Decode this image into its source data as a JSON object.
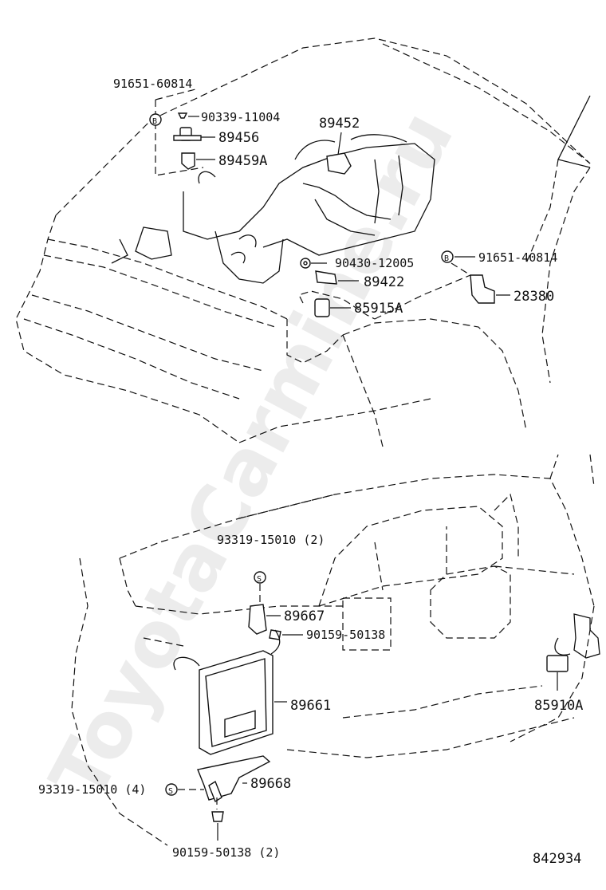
{
  "watermark": "ToyotaCarmine.ru",
  "diagram_id": "842934",
  "circle_badges": {
    "b_letter": "B",
    "s_letter": "S"
  },
  "callouts": {
    "p91651_60814": "91651-60814",
    "p90339_11004": "90339-11004",
    "p89456": "89456",
    "p89459A": "89459A",
    "p89452": "89452",
    "p90430_12005": "90430-12005",
    "p89422": "89422",
    "p85915A": "85915A",
    "p91651_40814": "91651-40814",
    "p28380": "28380",
    "p93319_15010_2": "93319-15010 (2)",
    "p89667": "89667",
    "p90159_50138": "90159-50138",
    "p89661": "89661",
    "p85910A": "85910A",
    "p89668": "89668",
    "p93319_15010_4": "93319-15010 (4)",
    "p90159_50138_2": "90159-50138 (2)"
  }
}
